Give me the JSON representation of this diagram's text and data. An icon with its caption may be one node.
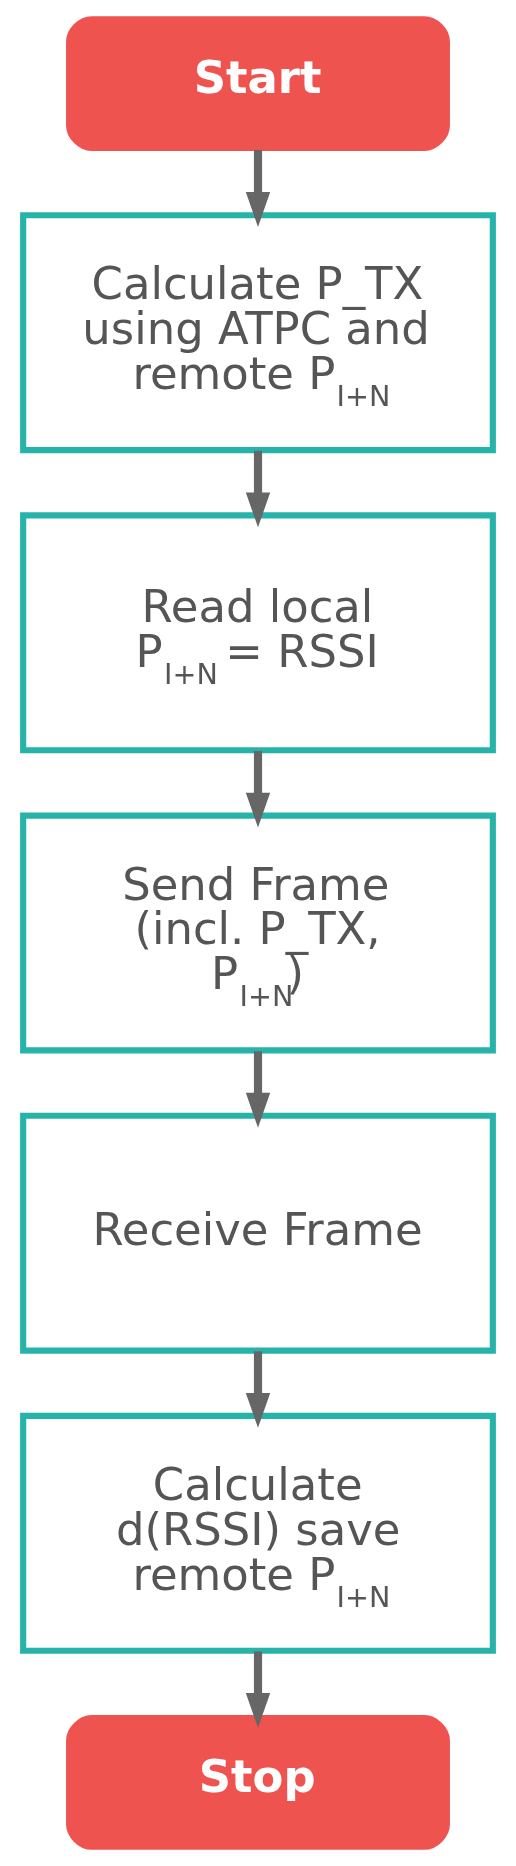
{
  "diagram": {
    "nodes": [
      {
        "text": [
          "Start"
        ]
      },
      {
        "text": [
          "Calculate P_TX using ATPC and remote P$_{I+N}$"
        ]
      },
      {
        "text": [
          "Read local P$_{I+N}$ = RSSI"
        ]
      },
      {
        "text": [
          "Send Frame (incl. P_TX, P$_{I+N}$)"
        ]
      },
      {
        "text": [
          "Receive Frame"
        ]
      },
      {
        "text": [
          "Calculate d(RSSI) save remote P$_{I+N}$"
        ]
      },
      {
        "text": [
          "Stop"
        ]
      }
    ],
    "edges": [
      {
        "from": 0,
        "to": 1,
        "arrow": "to"
      },
      {
        "from": 1,
        "to": 2,
        "arrow": "to"
      },
      {
        "from": 2,
        "to": 3,
        "arrow": "to"
      },
      {
        "from": 3,
        "to": 4,
        "arrow": "to"
      },
      {
        "from": 4,
        "to": 5,
        "arrow": "to"
      },
      {
        "from": 5,
        "to": 6,
        "arrow": "to"
      }
    ]
  }
}
